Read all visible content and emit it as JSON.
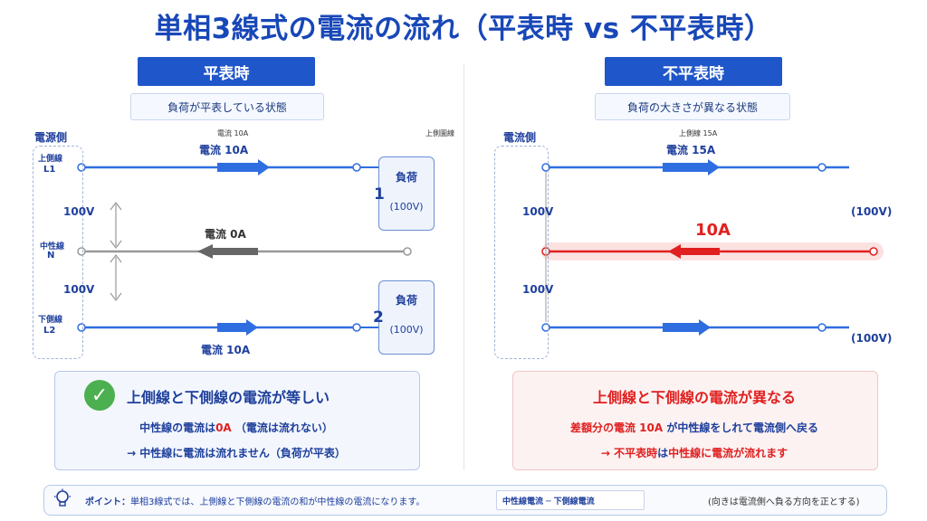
{
  "title": "単相3線式の電流の流れ（平表時 vs 不平表時）",
  "left": {
    "tab": "平表時",
    "sub": "負荷が平表している状態",
    "source_label": "電源側",
    "top_label_small": "上側圖線",
    "l1_label_a": "上側線",
    "l1_label_b": "L1",
    "n_label_a": "中性線",
    "n_label_b": "N",
    "l2_label_a": "下側線",
    "l2_label_b": "L2",
    "v_top": "100V",
    "v_bottom": "100V",
    "current_top_small": "電流 10A",
    "current_top": "電流 10A",
    "current_mid": "電流 0A",
    "current_bottom": "電流 10A",
    "load1_num": "1",
    "load2_num": "2",
    "load1_title": "負荷",
    "load1_v": "(100V)",
    "load2_title": "負荷",
    "load2_v": "(100V)",
    "result_head": "上側線と下側線の電流が等しい",
    "result_l1a": "中性線の電流は",
    "result_l1b": "0A",
    "result_l1c": "（電流は流れない）",
    "result_l2": "→ 中性線に電流は流れません（負荷が平表）"
  },
  "right": {
    "tab": "不平表時",
    "sub": "負荷の大きさが異なる状態",
    "source_label": "電流側",
    "current_top_small": "上側線 15A",
    "current_top": "電流 15A",
    "v_top": "100V",
    "v_bottom": "100V",
    "v_right_top": "(100V)",
    "v_right_bottom": "(100V)",
    "current_mid": "10A",
    "result_head": "上側線と下側線の電流が異なる",
    "result_l1a": "差額分の電流",
    "result_l1b": "10A",
    "result_l1c": "が中性線をしれて電流側へ戻る",
    "result_l2a": "→ 不平表時",
    "result_l2b": "は",
    "result_l2c": "中性線に電流が流れます"
  },
  "point": {
    "label": "ポイント：",
    "text": "単相3線式では、上側線と下側線の電流の和が中性線の電流になります。",
    "formula": "中性線電流 ─ 下側線電流",
    "note": "(向きは電流側へ負る方向を正とする)"
  },
  "colors": {
    "accent_blue": "#1f56c9",
    "line_blue": "#2f6ee0",
    "neutral_gray": "#999999",
    "alert_red": "#e02020"
  }
}
